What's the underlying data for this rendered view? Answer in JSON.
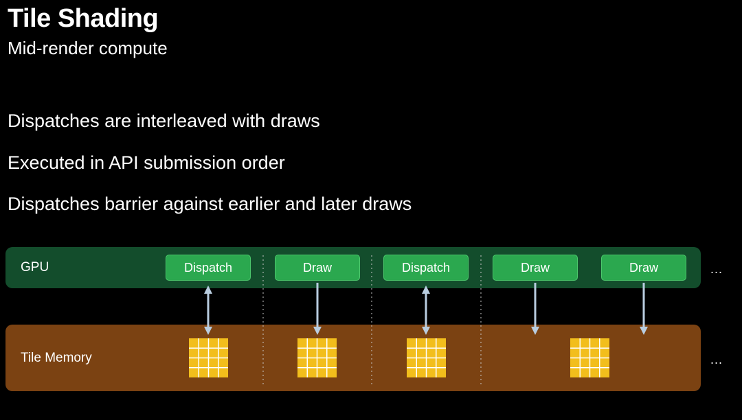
{
  "slide": {
    "title": "Tile Shading",
    "subtitle": "Mid-render compute",
    "bullets": [
      "Dispatches are interleaved with draws",
      "Executed in API submission order",
      "Dispatches barrier against earlier and later draws"
    ]
  },
  "diagram": {
    "gpu_label": "GPU",
    "memory_label": "Tile Memory",
    "ellipsis": "...",
    "commands": [
      "Dispatch",
      "Draw",
      "Dispatch",
      "Draw",
      "Draw"
    ],
    "colors": {
      "gpu_band": "#134d2c",
      "memory_band": "#7b4212",
      "command": "#2ba84f",
      "tile": "#f2be1c",
      "arrow": "#b9cde0"
    }
  }
}
